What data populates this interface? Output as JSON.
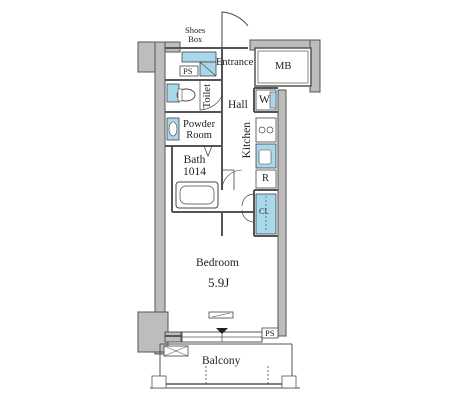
{
  "labels": {
    "shoes_box": "Shoes\nBox",
    "ps_entrance": "PS",
    "entrance": "Entrance",
    "mb": "MB",
    "toilet": "Toilet",
    "hall": "Hall",
    "washer": "W",
    "powder_room": "Powder\nRoom",
    "kitchen": "Kitchen",
    "bath": "Bath\n1014",
    "refrigerator": "R",
    "closet": "Cl.",
    "bedroom": "Bedroom",
    "bedroom_size": "5.9J",
    "ps_balcony": "PS",
    "balcony": "Balcony"
  },
  "colors": {
    "wall": "#555555",
    "fixture_blue": "#a8d8ea",
    "line": "#444444"
  }
}
